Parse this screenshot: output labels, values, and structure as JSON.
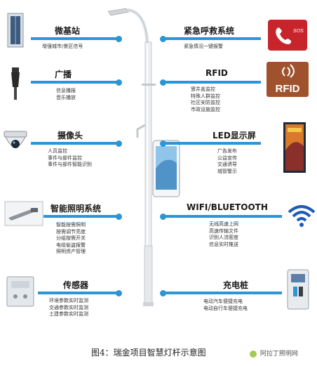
{
  "left": [
    {
      "title": "微基站",
      "lines": [
        "增强城市/景区信号"
      ]
    },
    {
      "title": "广播",
      "lines": [
        "信息播报",
        "音乐播放"
      ]
    },
    {
      "title": "摄像头",
      "lines": [
        "人员监控",
        "事件与部件监控",
        "事件与部件智能识别"
      ]
    },
    {
      "title": "智能照明系统",
      "lines": [
        "智能按需照明",
        "按需调节亮度",
        "分组按需开关",
        "电缆偷盗报警",
        "照明资产管理"
      ]
    },
    {
      "title": "传感器",
      "lines": [
        "环境参数实时监测",
        "交通参数实时监测",
        "土建参数实时监测"
      ]
    }
  ],
  "right": [
    {
      "title": "紧急呼救系统",
      "lines": [
        "紧急情况一键报警"
      ]
    },
    {
      "title": "RFID",
      "lines": [
        "窨井盖监控",
        "特殊人群监控",
        "社区安防监控",
        "市政设施监控"
      ]
    },
    {
      "title": "LED显示屏",
      "lines": [
        "广告发布",
        "公益宣传",
        "交通诱导",
        "城管警示"
      ]
    },
    {
      "title": "WIFI/BLUETOOTH",
      "lines": [
        "无线高速上网",
        "高速传输文件",
        "识别人流密度",
        "信息实时推送"
      ]
    },
    {
      "title": "充电桩",
      "lines": [
        "电动汽车便捷充电",
        "电动自行车便捷充电"
      ]
    }
  ],
  "icons": {
    "sos_text": "SOS",
    "rfid_text": "RFID"
  },
  "caption": "图4：瑞金项目智慧灯杆示意图",
  "watermark": "阿拉丁照明网",
  "colors": {
    "accent": "#2b95d6",
    "sos_red": "#c8242b",
    "rfid_brown": "#a0522d",
    "wifi_blue": "#1e5bb8"
  }
}
